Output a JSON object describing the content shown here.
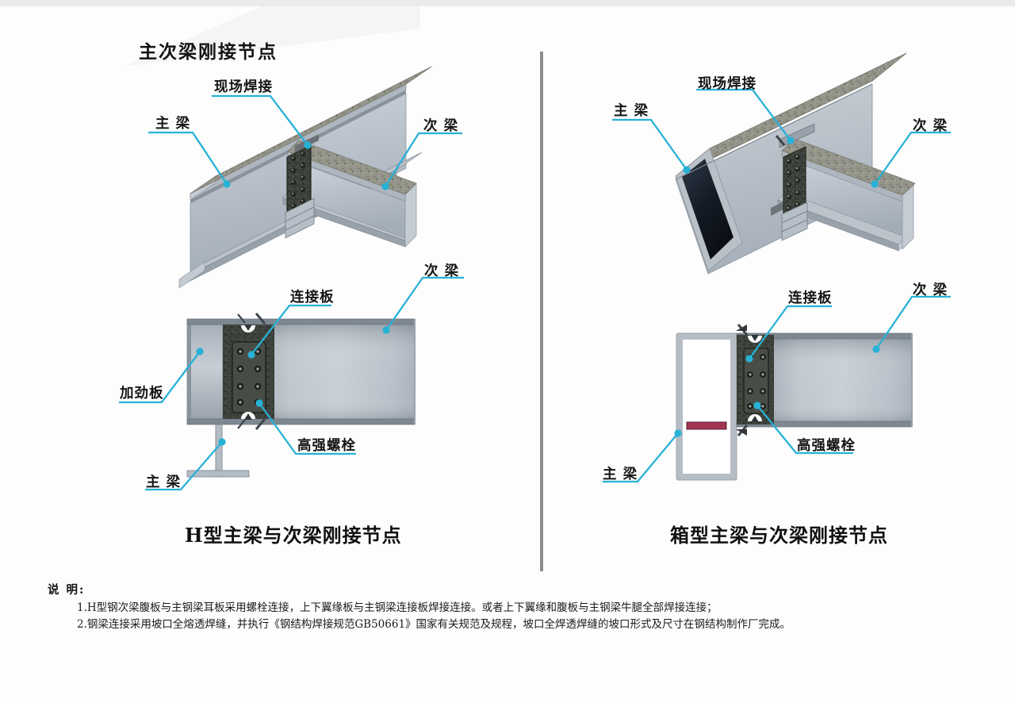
{
  "page": {
    "title": "主次梁刚接节点"
  },
  "left_panel": {
    "caption": "H型主梁与次梁刚接节点",
    "d3_labels": {
      "site_weld": "现场焊接",
      "main_beam": "主 梁",
      "secondary_beam": "次 梁"
    },
    "d2_labels": {
      "secondary_beam": "次 梁",
      "connection_plate": "连接板",
      "stiffener_plate": "加劲板",
      "hs_bolts": "高强螺栓",
      "main_beam": "主 梁"
    }
  },
  "right_panel": {
    "caption": "箱型主梁与次梁刚接节点",
    "d3_labels": {
      "site_weld": "现场焊接",
      "main_beam": "主 梁",
      "secondary_beam": "次 梁"
    },
    "d2_labels": {
      "connection_plate": "连接板",
      "secondary_beam": "次 梁",
      "hs_bolts": "高强螺栓",
      "main_beam": "主 梁"
    }
  },
  "notes": {
    "heading": "说 明:",
    "items": [
      "1.H型钢次梁腹板与主钢梁耳板采用螺栓连接，上下翼缘板与主钢梁连接板焊接连接。或者上下翼缘和腹板与主钢梁牛腿全部焊接连接；",
      "2.钢梁连接采用坡口全熔透焊缝，并执行《钢结构焊接规范GB50661》国家有关规范及规程，坡口全焊透焊缝的坡口形式及尺寸在钢结构制作厂完成。"
    ]
  },
  "colors": {
    "leader_line": "#28b1d6",
    "steel_light": "#c6ccd3",
    "steel_mid": "#aab3bd",
    "deck_speckle": "#94948a",
    "connection_plate_dark": "#3d423c",
    "box_interior": "#141a23",
    "red_bar": "#a23552",
    "divider": "#8d8d8d"
  }
}
